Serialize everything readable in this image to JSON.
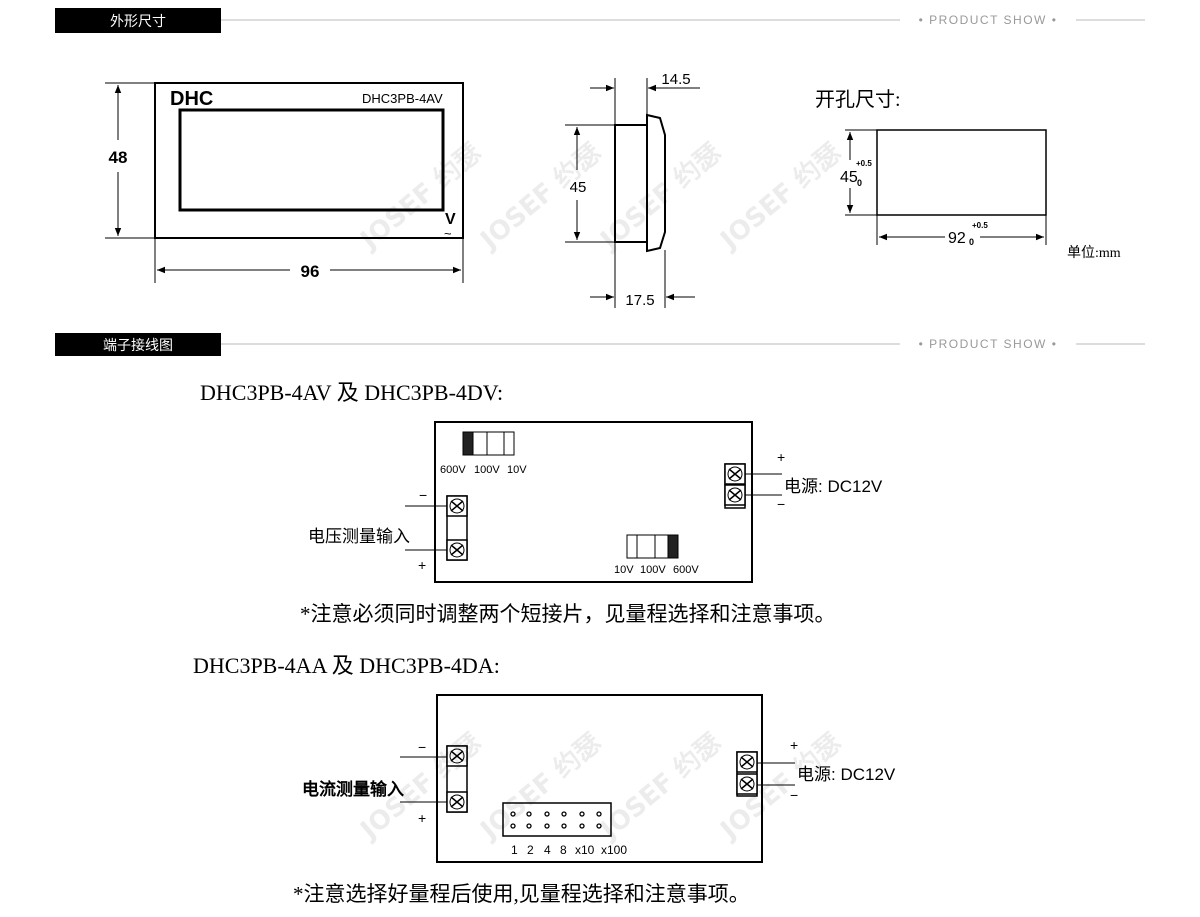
{
  "sections": [
    {
      "title": "外形尺寸",
      "tag": "• PRODUCT SHOW •"
    },
    {
      "title": "端子接线图",
      "tag": "• PRODUCT SHOW •"
    }
  ],
  "dimensions": {
    "front": {
      "brand": "DHC",
      "model": "DHC3PB-4AV",
      "unit_symbol": "V",
      "ac_symbol": "~",
      "height": "48",
      "width": "96"
    },
    "side": {
      "bezel": "14.5",
      "height": "45",
      "depth": "17.5"
    },
    "cutout": {
      "title": "开孔尺寸:",
      "height": "45",
      "width": "92",
      "tol_upper": "+0.5",
      "tol_lower": "0",
      "unit": "单位:mm"
    }
  },
  "watermark": "JOSEF 约瑟",
  "wiring_voltage": {
    "title": "DHC3PB-4AV 及 DHC3PB-4DV:",
    "jumper_top_labels": [
      "600V",
      "100V",
      "10V"
    ],
    "jumper_bottom_labels": [
      "10V",
      "100V",
      "600V"
    ],
    "input_label": "电压测量输入",
    "power_label": "电源: DC12V",
    "plus": "+",
    "minus": "−",
    "note": "*注意必须同时调整两个短接片，见量程选择和注意事项。"
  },
  "wiring_current": {
    "title": "DHC3PB-4AA 及 DHC3PB-4DA:",
    "jumper_labels": [
      "1",
      "2",
      "4",
      "8",
      "x10",
      "x100"
    ],
    "input_label": "电流测量输入",
    "power_label": "电源: DC12V",
    "plus": "+",
    "minus": "−",
    "note": "*注意选择好量程后使用,见量程选择和注意事项。"
  }
}
